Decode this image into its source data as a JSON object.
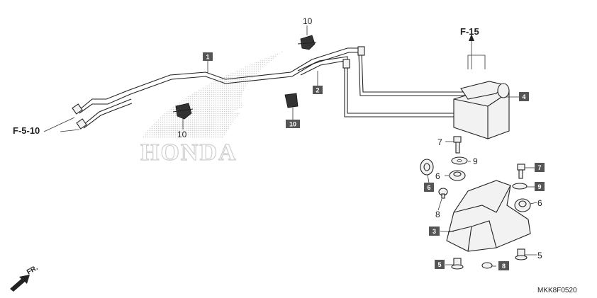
{
  "diagram": {
    "watermark": "HONDA",
    "diagram_code": "MKK8F0520",
    "direction_label": "FR.",
    "references": {
      "top": "F-15",
      "left": "F-5-10"
    },
    "callouts": {
      "box_1": "1",
      "box_2": "2",
      "box_3": "3",
      "box_4": "4",
      "box_5": "5",
      "box_6": "6",
      "box_7": "7",
      "box_8": "8",
      "box_9": "9",
      "box_10": "10",
      "plain_10_top": "10",
      "plain_10_left": "10",
      "plain_7": "7",
      "plain_9": "9",
      "plain_6_top": "6",
      "plain_6_right": "6",
      "plain_8": "8",
      "plain_5": "5"
    },
    "colors": {
      "callout_box": "#555555",
      "line": "#222222",
      "watermark": "#d9d9d9"
    }
  }
}
